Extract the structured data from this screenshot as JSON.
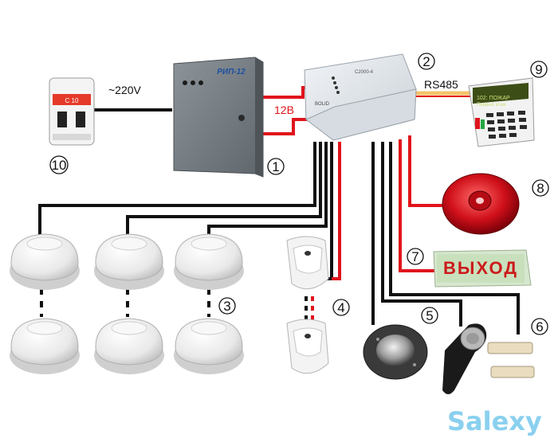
{
  "labels": {
    "voltage_ac": "~220V",
    "voltage_dc": "12В",
    "bus": "RS485",
    "psu_title": "РИП-12",
    "controller_title": "С2000-4",
    "controller_brand": "BOLID",
    "keypad_line1": "102: ПОЖАР",
    "keypad_line2": "Первый этаж",
    "exit_sign": "ВЫХОД",
    "breaker_rating": "C 10"
  },
  "numbers": {
    "n1": "1",
    "n2": "2",
    "n3": "3",
    "n4": "4",
    "n5": "5",
    "n6": "6",
    "n7": "7",
    "n8": "8",
    "n9": "9",
    "n10": "10"
  },
  "watermark": "Salexy",
  "colors": {
    "wire_red": "#e0141b",
    "wire_black": "#111111",
    "wire_rs485": "#f4c36a",
    "siren_red": "#d0101a",
    "exit_sign_bg": "#d7e7cf",
    "watermark": "#8ad0ef"
  }
}
